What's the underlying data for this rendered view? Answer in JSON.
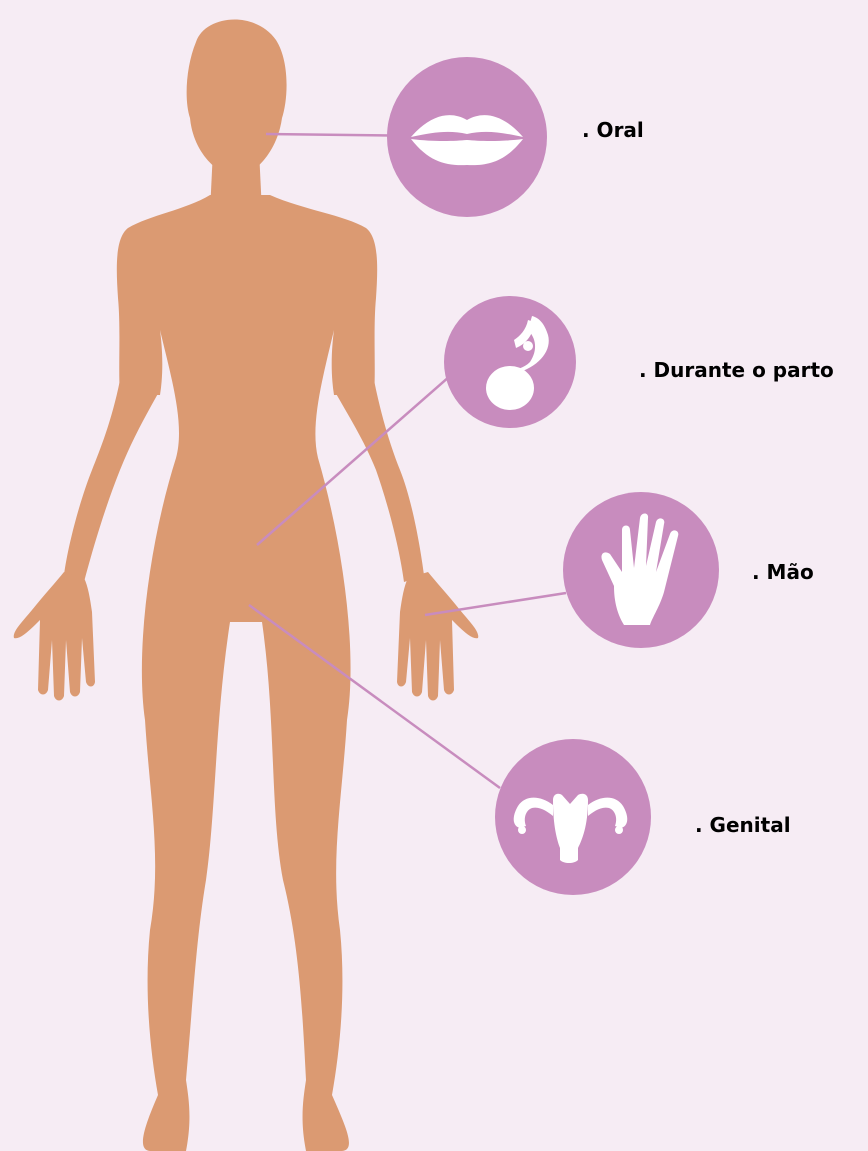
{
  "colors": {
    "background": "#F6ECF4",
    "body": "#DB9A72",
    "circle": "#C88CBE",
    "connector": "#C88CBE",
    "icon": "#FFFFFF",
    "label": "#000000"
  },
  "routes": [
    {
      "id": "oral",
      "label": ". Oral",
      "icon": "lips-icon"
    },
    {
      "id": "parto",
      "label": ". Durante o parto",
      "icon": "baby-icon"
    },
    {
      "id": "mao",
      "label": ". Mão",
      "icon": "hand-icon"
    },
    {
      "id": "genital",
      "label": ". Genital",
      "icon": "uterus-icon"
    }
  ]
}
